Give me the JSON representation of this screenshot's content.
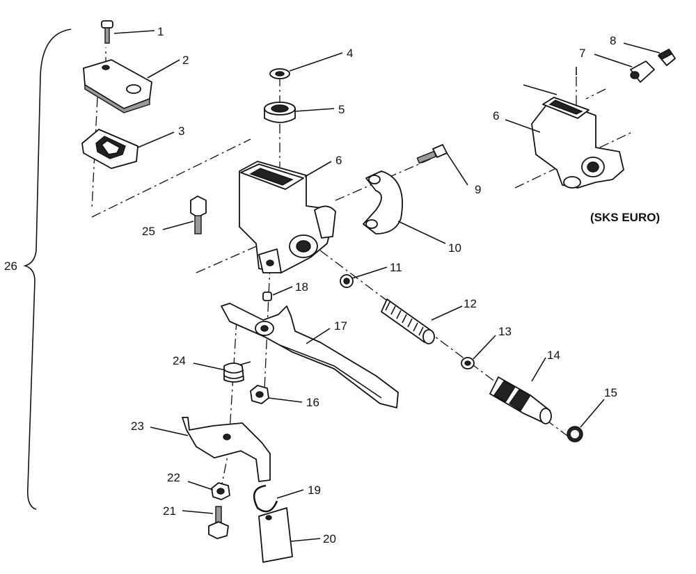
{
  "callouts": {
    "c1": "1",
    "c2": "2",
    "c3": "3",
    "c4": "4",
    "c5": "5",
    "c6": "6",
    "c6b": "6",
    "c7": "7",
    "c8": "8",
    "c9": "9",
    "c10": "10",
    "c11": "11",
    "c12": "12",
    "c13": "13",
    "c14": "14",
    "c15": "15",
    "c16": "16",
    "c17": "17",
    "c18": "18",
    "c19": "19",
    "c20": "20",
    "c21": "21",
    "c22": "22",
    "c23": "23",
    "c24": "24",
    "c25": "25",
    "c26": "26"
  },
  "variant_note": "(SKS EURO)"
}
